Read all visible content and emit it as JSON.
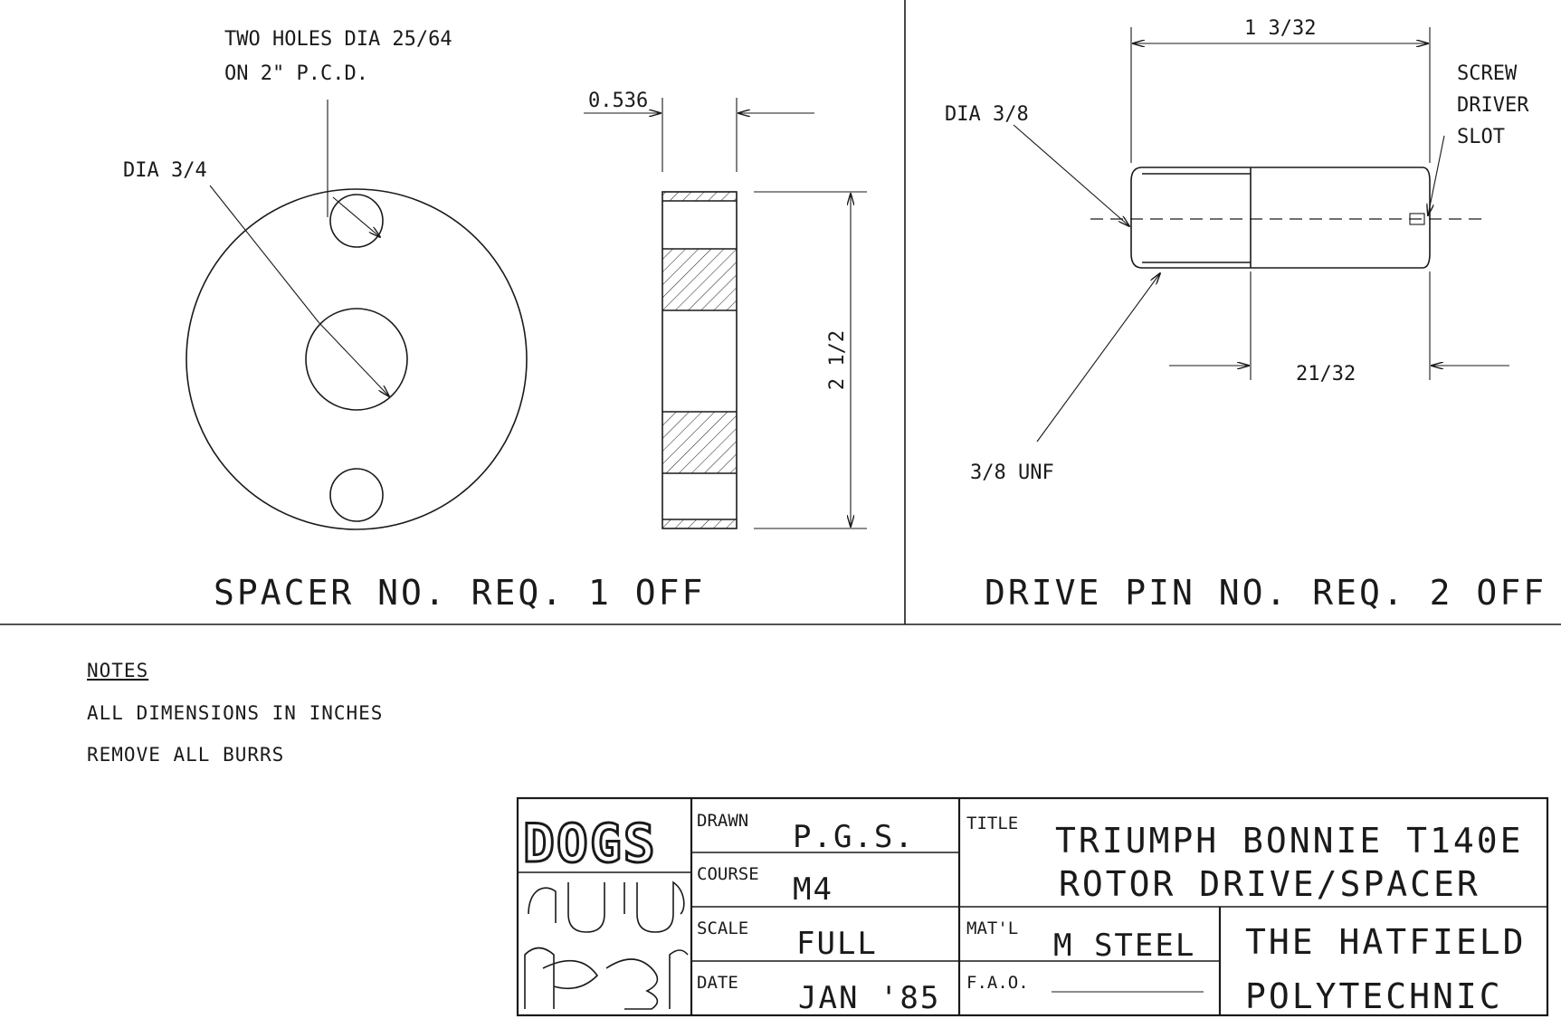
{
  "spacer": {
    "holes_note_line1": "TWO HOLES DIA 25/64",
    "holes_note_line2": "ON 2\" P.C.D.",
    "bore_label": "DIA 3/4",
    "thickness_label": "0.536",
    "height_label": "2 1/2",
    "caption": "SPACER NO. REQ. 1 OFF"
  },
  "drive_pin": {
    "length_label": "1 3/32",
    "diameter_label": "DIA 3/8",
    "slot_label_line1": "SCREW",
    "slot_label_line2": "DRIVER",
    "slot_label_line3": "SLOT",
    "plain_length_label": "21/32",
    "thread_label": "3/8 UNF",
    "caption": "DRIVE PIN NO. REQ. 2 OFF"
  },
  "notes": {
    "heading": "NOTES",
    "items": [
      "ALL DIMENSIONS IN INCHES",
      "REMOVE ALL BURRS"
    ]
  },
  "title_block": {
    "logo_text": "DOGS",
    "drawn_label": "DRAWN",
    "drawn_value": "P.G.S.",
    "course_label": "COURSE",
    "course_value": "M4",
    "scale_label": "SCALE",
    "scale_value": "FULL",
    "date_label": "DATE",
    "date_value": "JAN '85",
    "title_label": "TITLE",
    "title_line1": "TRIUMPH BONNIE T140E",
    "title_line2": "ROTOR DRIVE/SPACER",
    "material_label": "MAT'L",
    "material_value": "M STEEL",
    "fao_label": "F.A.O.",
    "institution_line1": "THE HATFIELD",
    "institution_line2": "POLYTECHNIC"
  }
}
